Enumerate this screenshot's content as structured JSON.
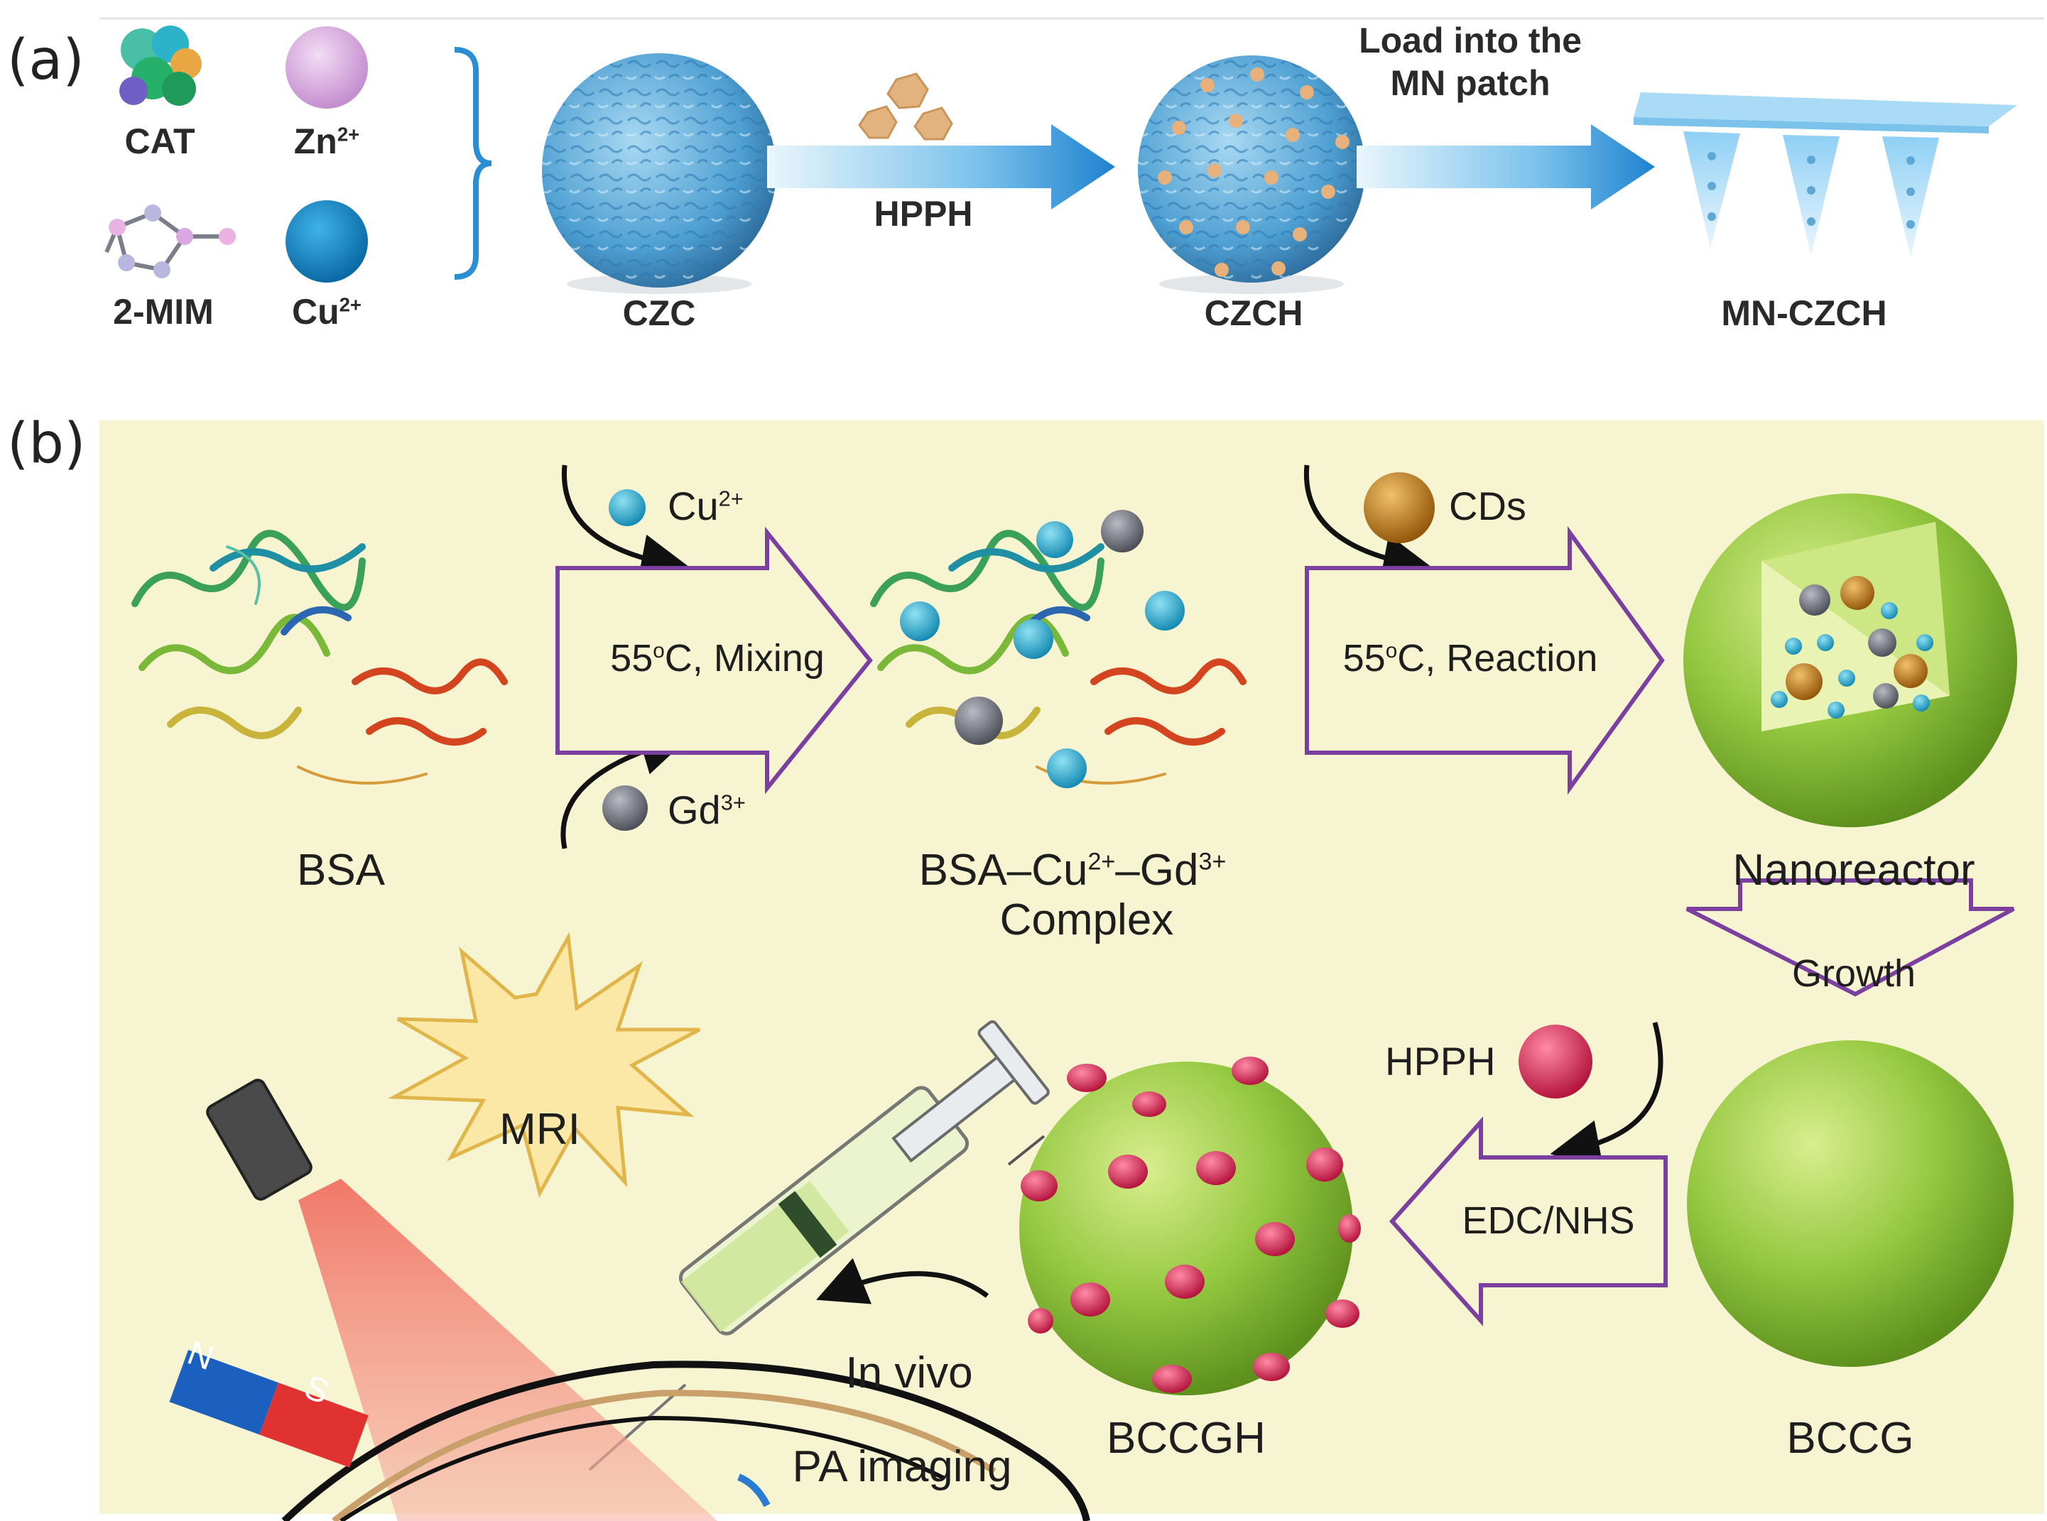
{
  "panel_a": {
    "letter": "(a)",
    "reagents": {
      "cat": "CAT",
      "zn_base": "Zn",
      "zn_charge": "2+",
      "mim": "2-MIM",
      "cu_base": "Cu",
      "cu_charge": "2+"
    },
    "steps": {
      "czc": "CZC",
      "hpph": "HPPH",
      "czch": "CZCH",
      "load_line1": "Load into the",
      "load_line2": "MN patch",
      "mn_czch": "MN-CZCH"
    }
  },
  "panel_b": {
    "letter": "(b)",
    "bsa": "BSA",
    "cu_ion_base": "Cu",
    "cu_ion_charge": "2+",
    "gd_ion_base": "Gd",
    "gd_ion_charge": "3+",
    "mixing_temp": "55",
    "mixing_deg": "o",
    "mixing_rest": "C, Mixing",
    "complex_line1_a": "BSA–Cu",
    "complex_line1_b": "2+",
    "complex_line1_c": "–Gd",
    "complex_line1_d": "3+",
    "complex_line2": "Complex",
    "cds": "CDs",
    "reaction_temp": "55",
    "reaction_deg": "o",
    "reaction_rest": "C, Reaction",
    "nanoreactor": "Nanoreactor",
    "growth": "Growth",
    "bccg": "BCCG",
    "hpph": "HPPH",
    "edc_nhs": "EDC/NHS",
    "bccgh": "BCCGH",
    "in_vivo": "In vivo",
    "pa_imaging": "PA imaging",
    "mri": "MRI",
    "magnet_n": "N",
    "magnet_s": "S"
  },
  "colors": {
    "panel_b_background": "#f7f4d2",
    "arrow_outline": "#7b3fa0",
    "green_sphere": "#8cc63f",
    "blue_arrow": "#2f8fd6",
    "cu_ion": "#2aa7c9",
    "gd_ion": "#6b6e78",
    "cds": "#c07a16",
    "hpph_dot": "#d6224f"
  }
}
